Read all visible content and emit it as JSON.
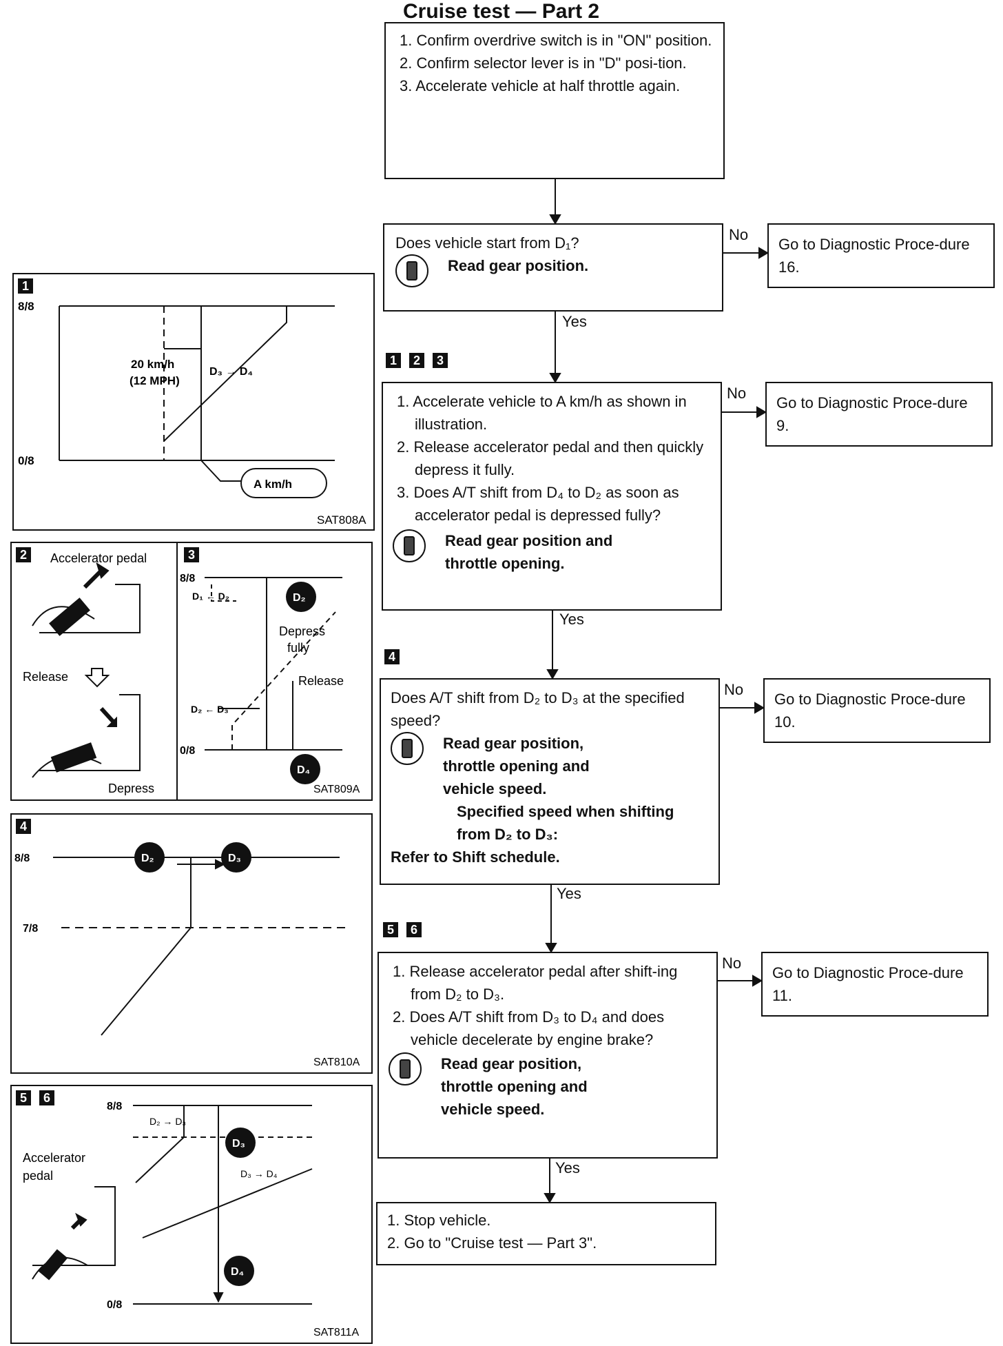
{
  "title": "Cruise test — Part 2",
  "box1": {
    "items": [
      "1. Confirm overdrive switch is in \"ON\" position.",
      "2. Confirm selector lever is in \"D\" posi-tion.",
      "3. Accelerate vehicle at half throttle again."
    ]
  },
  "q1": {
    "question": "Does vehicle start from D₁?",
    "read": "Read gear position.",
    "no_target": "Go to Diagnostic Proce-dure 16."
  },
  "q2": {
    "tags": [
      "1",
      "2",
      "3"
    ],
    "items": [
      "1. Accelerate vehicle to A km/h as shown in illustration.",
      "2. Release accelerator pedal and then quickly depress it fully.",
      "3. Does A/T shift from D₄ to D₂ as soon as accelerator pedal is depressed fully?"
    ],
    "read": "Read gear position and throttle opening.",
    "no_target": "Go to Diagnostic Proce-dure 9."
  },
  "q3": {
    "tags": [
      "4"
    ],
    "question": "Does A/T shift from D₂ to D₃ at the specified speed?",
    "read": "Read gear position, throttle opening and vehicle speed.",
    "spec": "Specified speed when shifting from D₂ to D₃:",
    "refer": "Refer to Shift schedule.",
    "no_target": "Go to Diagnostic Proce-dure 10."
  },
  "q4": {
    "tags": [
      "5",
      "6"
    ],
    "items": [
      "1. Release accelerator pedal after shift-ing from D₂ to D₃.",
      "2. Does A/T shift from D₃ to D₄ and does vehicle decelerate by engine brake?"
    ],
    "read": "Read gear position, throttle opening and vehicle speed.",
    "no_target": "Go to Diagnostic Proce-dure 11."
  },
  "final": {
    "items": [
      "1. Stop vehicle.",
      "2. Go to \"Cruise test — Part 3\"."
    ]
  },
  "labels": {
    "yes": "Yes",
    "no": "No"
  },
  "fig1": {
    "tag": "1",
    "y_top": "8/8",
    "y_bottom": "0/8",
    "speed_note": "20 km/h",
    "speed_note2": "(12 MPH)",
    "shift": "D₃ → D₄",
    "marker": "A km/h",
    "code": "SAT808A"
  },
  "fig2": {
    "tag": "2",
    "pedal": "Accelerator pedal",
    "release": "Release",
    "depress": "Depress"
  },
  "fig3": {
    "tag": "3",
    "y_top": "8/8",
    "y_bottom": "0/8",
    "d1d2": "D₁ ← D₂",
    "d2": "D₂",
    "d4": "D₄",
    "depress": "Depress",
    "fully": "fully",
    "release": "Release",
    "d2d3": "D₂ ← D₃",
    "code": "SAT809A"
  },
  "fig4": {
    "tag": "4",
    "y_top": "8/8",
    "y_mid": "7/8",
    "d2": "D₂",
    "d3": "D₃",
    "code": "SAT810A"
  },
  "fig5": {
    "tags": [
      "5",
      "6"
    ],
    "pedal": "Accelerator",
    "pedal2": "pedal",
    "y_top": "8/8",
    "y_bottom": "0/8",
    "d2d3": "D₂ → D₃",
    "d3": "D₃",
    "d3d4": "D₃ → D₄",
    "d4": "D₄",
    "code": "SAT811A"
  }
}
